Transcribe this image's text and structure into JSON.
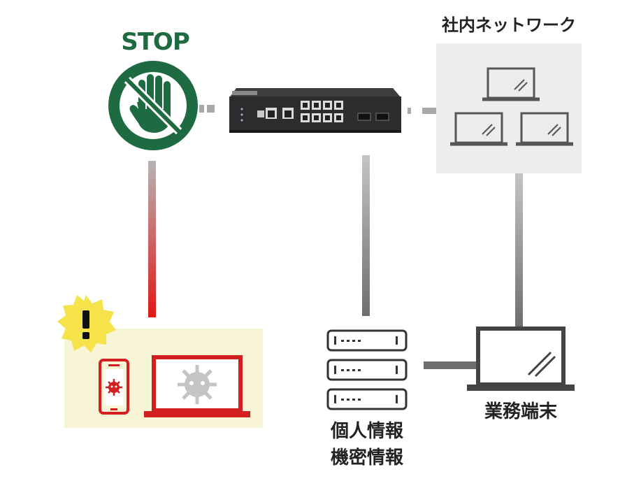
{
  "stop": {
    "label": "STOP",
    "color": "#1e6b42"
  },
  "internal_network": {
    "label": "社内ネットワーク"
  },
  "work_terminal": {
    "label": "業務端末"
  },
  "server": {
    "line1": "個人情報",
    "line2": "機密情報"
  },
  "colors": {
    "stop_green": "#1e6b42",
    "threat_red": "#d21f1f",
    "warning_yellow": "#f6e24a",
    "panel_gray": "#ececec",
    "panel_yellow": "#f8f4d6",
    "line_gray": "#8a8a8a",
    "device_dark": "#2b2b2b"
  },
  "icons": [
    "stop-hand-icon",
    "network-switch-icon",
    "laptop-icon",
    "server-icon",
    "smartphone-virus-icon",
    "laptop-virus-icon",
    "warning-badge-icon"
  ]
}
